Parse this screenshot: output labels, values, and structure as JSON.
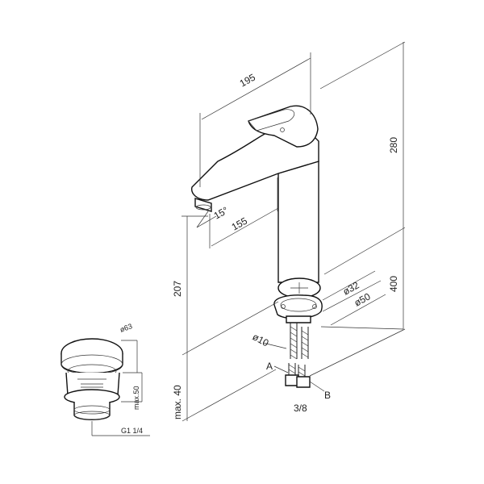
{
  "dimensions": {
    "width_195": "195",
    "height_280": "280",
    "reach_155": "155",
    "angle_15": "15°",
    "height_207": "207",
    "height_400": "400",
    "max_40": "max. 40",
    "dia_32": "ø32",
    "dia_50": "ø50",
    "dia_10": "ø10",
    "label_a": "A",
    "label_b": "B",
    "thread_38": "3/8",
    "waste_dia_63": "ø63",
    "waste_max50": "max.50",
    "waste_thread": "G1 1/4"
  }
}
